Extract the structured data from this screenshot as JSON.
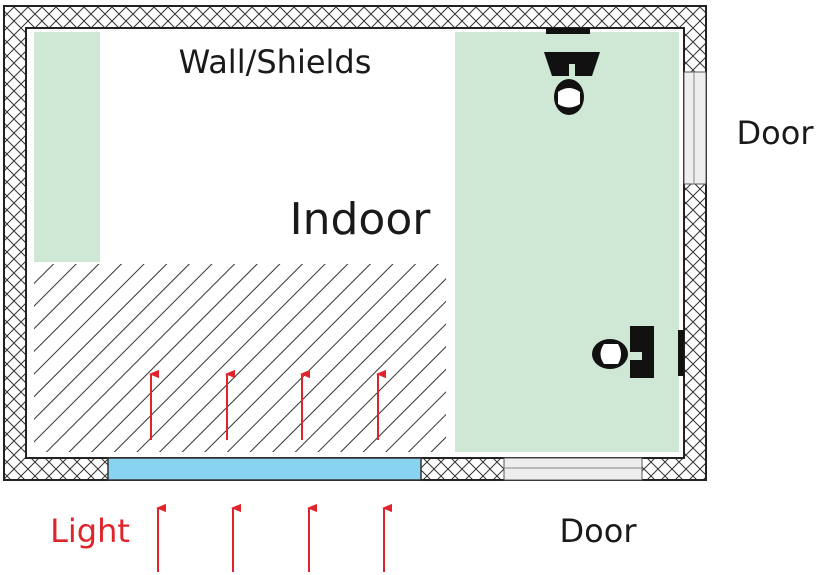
{
  "labels": {
    "wall_shields": "Wall/Shields",
    "indoor": "Indoor",
    "door_right": "Door",
    "door_bottom": "Door",
    "light": "Light"
  },
  "colors": {
    "wall_stroke": "#222222",
    "green_zone": "#cfe8d6",
    "window": "#87d3f0",
    "arrow": "#e0242b",
    "door_fill": "#eeeeee",
    "text": "#1a1a1a"
  },
  "icons": [
    "wall-hatch-pattern",
    "person-with-monitor-icon"
  ]
}
